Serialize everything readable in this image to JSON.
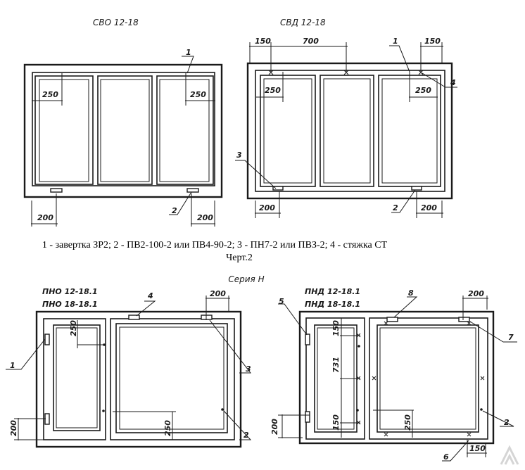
{
  "drawing1": {
    "title": "СВО 12-18",
    "dims": {
      "left_250": "250",
      "right_250": "250",
      "left_200": "200",
      "right_200": "200"
    },
    "callouts": {
      "c1": "1",
      "c2": "2"
    }
  },
  "drawing2": {
    "title": "СВД 12-18",
    "dims": {
      "top_150_left": "150",
      "top_700": "700",
      "top_150_right": "150",
      "left_250": "250",
      "right_250": "250",
      "left_200": "200",
      "right_200": "200"
    },
    "callouts": {
      "c1": "1",
      "c2": "2",
      "c3": "3",
      "c4": "4"
    }
  },
  "caption": {
    "legend": "1 - завертка ЗР2; 2 - ПВ2-100-2 или ПВ4-90-2; 3 - ПН7-2 или ПВЗ-2; 4 - стяжка СТ",
    "figure": "Черт.2",
    "series": "Серия Н"
  },
  "drawing3": {
    "title_line1": "ПНО 12-18.1",
    "title_line2": "ПНО 18-18.1",
    "dims": {
      "top_200": "200",
      "left_250": "250",
      "bottom_250": "250",
      "left_200": "200"
    },
    "callouts": {
      "c1": "1",
      "c2": "2",
      "c3": "3",
      "c4": "4"
    }
  },
  "drawing4": {
    "title_line1": "ПНД 12-18.1",
    "title_line2": "ПНД 18-18.1",
    "dims": {
      "top_200": "200",
      "dim_150_top": "150",
      "dim_731": "731",
      "dim_150_bottom": "150",
      "left_200": "200",
      "dim_250": "250",
      "bottom_150": "150"
    },
    "callouts": {
      "c2": "2",
      "c5": "5",
      "c6": "6",
      "c7": "7",
      "c8": "8"
    }
  }
}
